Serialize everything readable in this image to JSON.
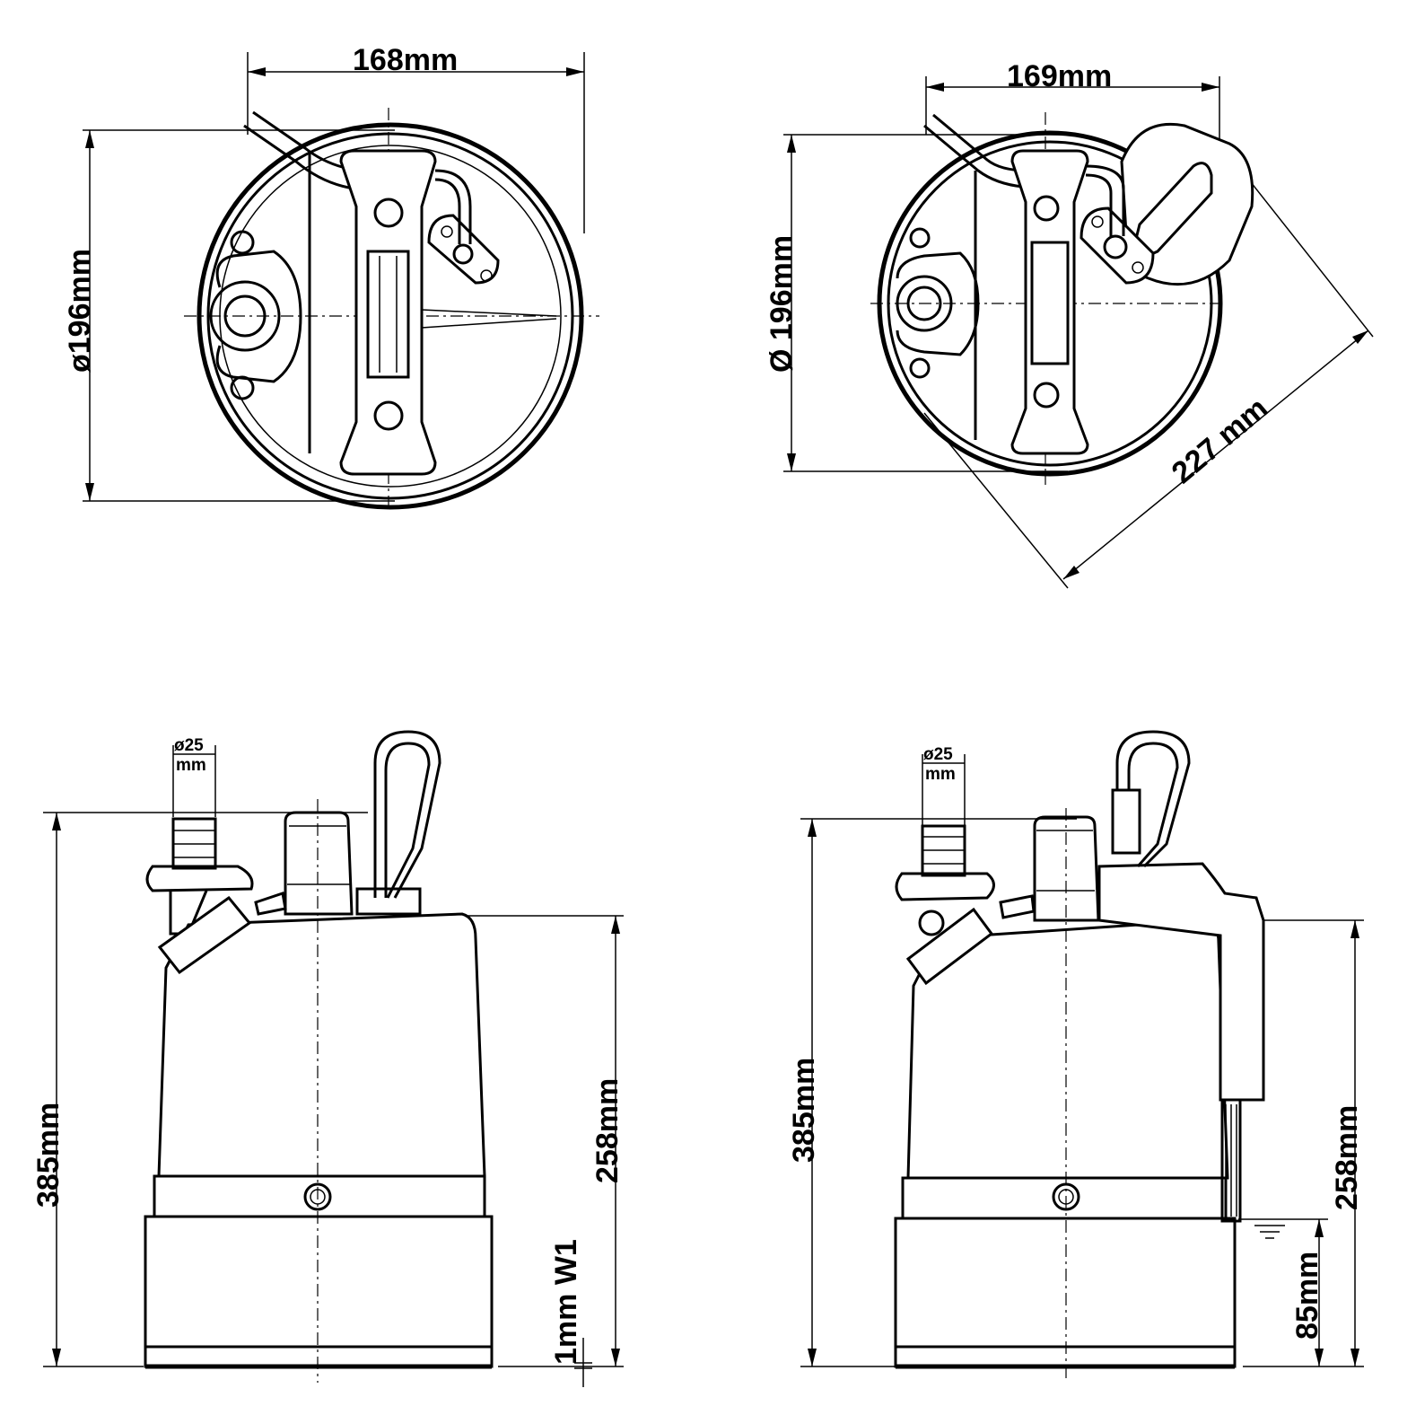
{
  "top_left_view": {
    "width_dim": "168mm",
    "diameter_dim": "ø196mm"
  },
  "top_right_view": {
    "width_dim": "169mm",
    "diameter_dim": "Ø 196mm",
    "diagonal_dim": "227 mm"
  },
  "side_left_view": {
    "outlet_dim_top": "ø25",
    "outlet_dim_bottom": "mm",
    "height_total_dim": "385mm",
    "height_body_dim": "258mm",
    "clearance_dim": "1mm W1"
  },
  "side_right_view": {
    "outlet_dim_top": "ø25",
    "outlet_dim_bottom": "mm",
    "height_total_dim": "385mm",
    "height_body_dim": "258mm",
    "level_dim": "85mm"
  }
}
